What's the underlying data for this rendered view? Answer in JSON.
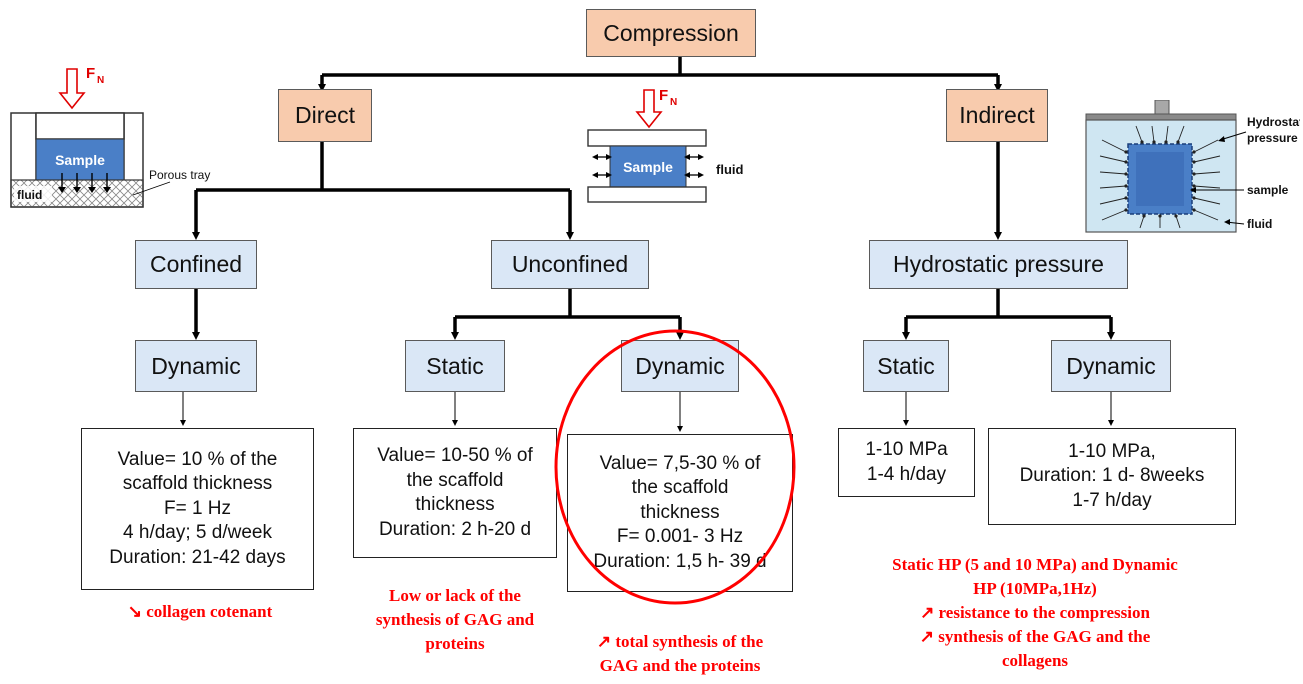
{
  "nodes": {
    "compression": "Compression",
    "direct": "Direct",
    "indirect": "Indirect",
    "confined": "Confined",
    "unconfined": "Unconfined",
    "hydrostatic_pressure": "Hydrostatic pressure",
    "dynamic_confined": "Dynamic",
    "static_unconfined": "Static",
    "dynamic_unconfined": "Dynamic",
    "static_hp": "Static",
    "dynamic_hp": "Dynamic"
  },
  "details": {
    "confined_dynamic": [
      "Value= 10 % of the",
      "scaffold thickness",
      "F= 1 Hz",
      "4 h/day; 5 d/week",
      "Duration: 21-42 days"
    ],
    "unconfined_static": [
      "Value= 10-50 % of",
      "the scaffold",
      "thickness",
      "Duration: 2 h-20 d"
    ],
    "unconfined_dynamic": [
      "Value= 7,5-30 % of",
      "the scaffold",
      "thickness",
      "F= 0.001- 3 Hz",
      "Duration: 1,5 h- 39 d"
    ],
    "hp_static": [
      "1-10 MPa",
      "1-4 h/day"
    ],
    "hp_dynamic": [
      "1-10 MPa,",
      "Duration: 1 d- 8weeks",
      "1-7 h/day"
    ]
  },
  "outcomes": {
    "confined": [
      "↘ collagen cotenant"
    ],
    "unconfined_static": [
      "Low or lack of the",
      "synthesis of GAG and",
      "proteins"
    ],
    "unconfined_dynamic": [
      "↗ total synthesis of the",
      "GAG and the proteins"
    ],
    "hydrostatic": [
      "Static HP (5 and 10 MPa) and Dynamic",
      "HP (10MPa,1Hz)",
      "↗ resistance to the compression",
      "↗ synthesis of the GAG and the",
      "collagens"
    ]
  },
  "illustrations": {
    "confined": {
      "force": "F",
      "force_sub": "N",
      "sample": "Sample",
      "fluid": "fluid",
      "tray": "Porous tray"
    },
    "unconfined": {
      "force": "F",
      "force_sub": "N",
      "sample": "Sample",
      "fluid": "fluid"
    },
    "hydrostatic": {
      "label_pressure_1": "Hydrostatic",
      "label_pressure_2": "pressure",
      "sample": "sample",
      "fluid": "fluid"
    }
  },
  "colors": {
    "level1": "#f8cbad",
    "level2": "#dae7f6",
    "highlight": "#ff0000",
    "sample": "#4a7fc7"
  }
}
